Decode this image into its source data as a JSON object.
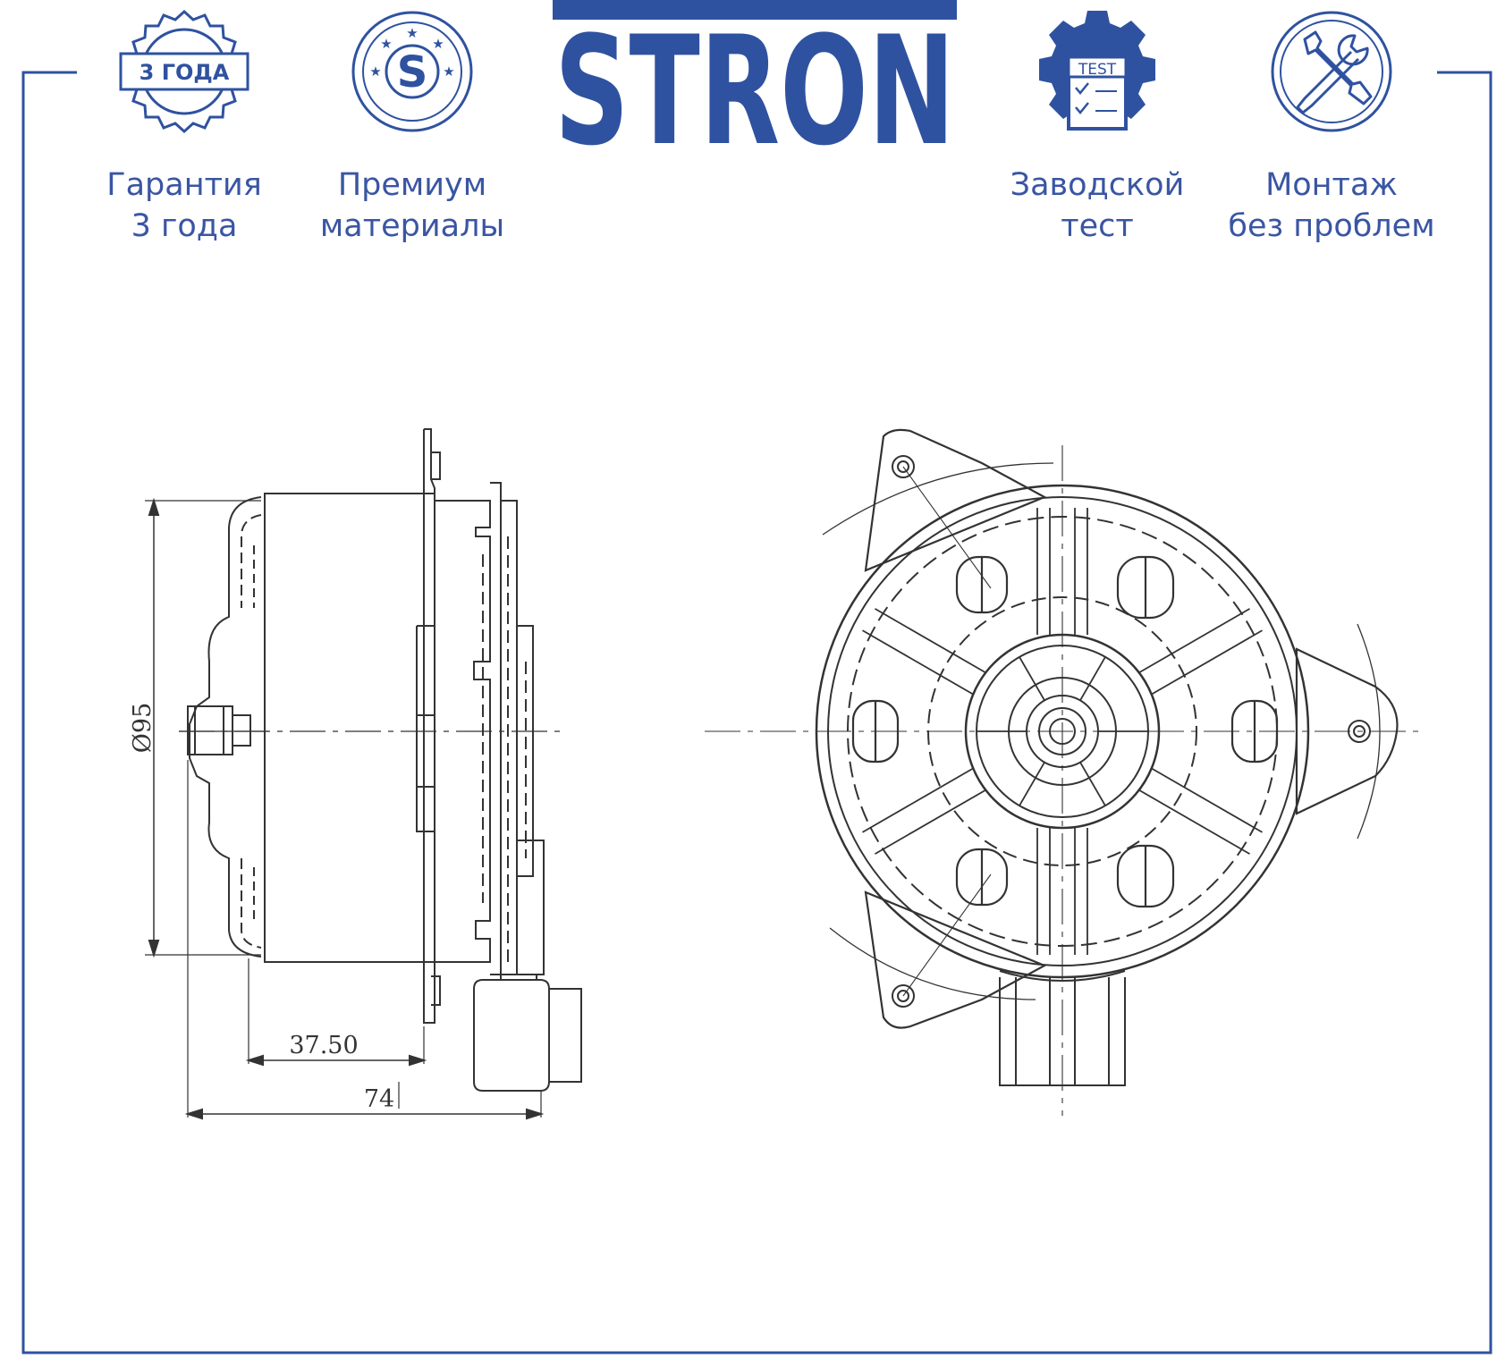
{
  "brand": {
    "name": "STRON",
    "color": "#2f52a0"
  },
  "badges": [
    {
      "id": "warranty",
      "icon": "warranty-seal-icon",
      "seal_text": "3 ГОДА",
      "line1": "Гарантия",
      "line2": "3 года"
    },
    {
      "id": "premium",
      "icon": "premium-star-s-icon",
      "seal_text": "S",
      "line1": "Премиум",
      "line2": "материалы"
    },
    {
      "id": "factory-test",
      "icon": "gear-test-icon",
      "seal_text": "TEST",
      "line1": "Заводской",
      "line2": "тест"
    },
    {
      "id": "mounting",
      "icon": "wrench-screwdriver-icon",
      "line1": "Монтаж",
      "line2": "без проблем"
    }
  ],
  "drawing": {
    "diameter_label": "Ø95",
    "dim_center": "37.50",
    "dim_overall": "74"
  },
  "colors": {
    "accent": "#3a55a3",
    "line": "#333333"
  }
}
